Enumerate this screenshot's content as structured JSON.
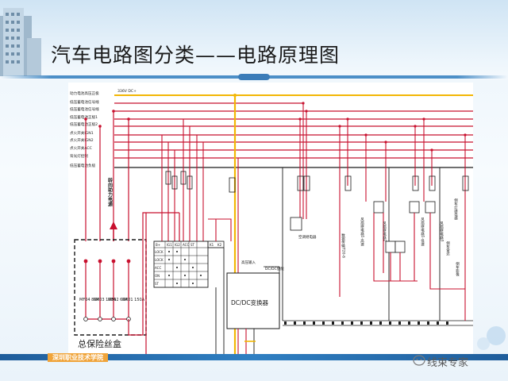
{
  "slide": {
    "title": "汽车电路图分类——电路原理图",
    "footer_label": "深圳职业技术学院",
    "watermark": "线束专家"
  },
  "colors": {
    "wire_red": "#c8102e",
    "wire_yellow": "#f2b705",
    "wire_black": "#1a1a1a",
    "accent_blue": "#3b7cb8",
    "footer_orange": "#f0a43a"
  },
  "diagram": {
    "bus_labels": [
      "动力电池高压正极",
      "低压蓄电池信号线",
      "低压蓄电池信号线",
      "低压蓄电池正极1",
      "低压蓄电池正极2",
      "点火开关IGN1",
      "点火开关IGN2",
      "点火开关ACC",
      "背光灯控制",
      "低压蓄电池负极"
    ],
    "bus_voltage": "336V DC+",
    "vertical_text": "转向助力电源",
    "fuse_box_label": "总保险丝盒",
    "fuses": [
      "MF04 80A",
      "MF03 100A",
      "MF02 60A",
      "MF01 150A"
    ],
    "switch_headers": [
      "B+",
      "IG1",
      "IG2",
      "ACC",
      "ST",
      "K1",
      "K2"
    ],
    "switch_rows": [
      "LOCK",
      "LOCK",
      "ACC",
      "ON",
      "ST"
    ],
    "dcdc_label": "DC/DC变换器",
    "dcdc_top_label": "DC/DC使能",
    "hv_input": "高压输入",
    "relay_label": "空调继电器",
    "fan_high": "风扇继电器1-高速",
    "fan_low": "风扇继电器1-低速",
    "fan_label_2": "风扇继电器2",
    "fan_label_3": "风扇继电器3",
    "horn_label": "倒车灯继电器",
    "horn_label_2": "倒车雷达",
    "rear_label": "倒车影像",
    "fuse_left": "数据传输T20-6"
  }
}
